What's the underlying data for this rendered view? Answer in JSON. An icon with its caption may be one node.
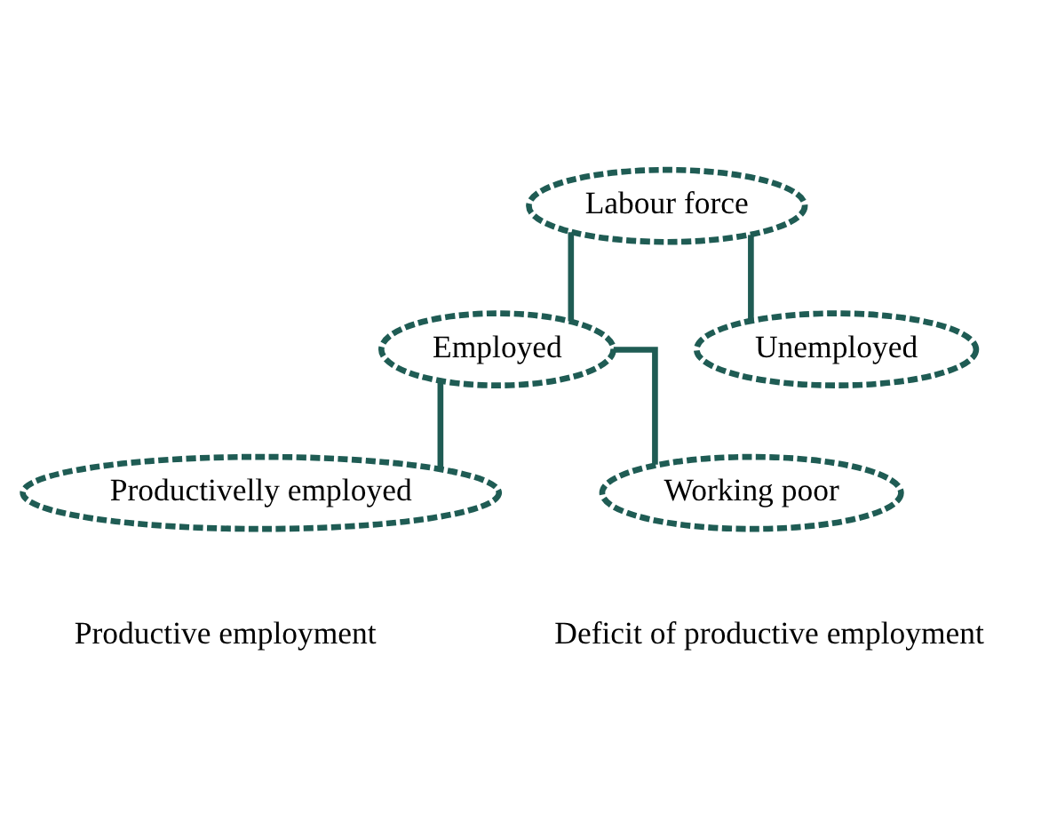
{
  "diagram": {
    "nodes": [
      {
        "text": [
          "Labour force"
        ]
      },
      {
        "text": [
          "Employed"
        ]
      },
      {
        "text": [
          "Unemployed"
        ]
      },
      {
        "text": [
          "Productivelly employed"
        ]
      },
      {
        "text": [
          "Working poor"
        ]
      }
    ],
    "edges": [
      {
        "from": 0,
        "to": 1,
        "arrow": "none"
      },
      {
        "from": 0,
        "to": 2,
        "arrow": "none"
      },
      {
        "from": 1,
        "to": 3,
        "arrow": "none"
      },
      {
        "from": 1,
        "to": 4,
        "arrow": "none"
      }
    ],
    "labels": [
      "Productive employment",
      "Deficit of productive employment"
    ]
  }
}
